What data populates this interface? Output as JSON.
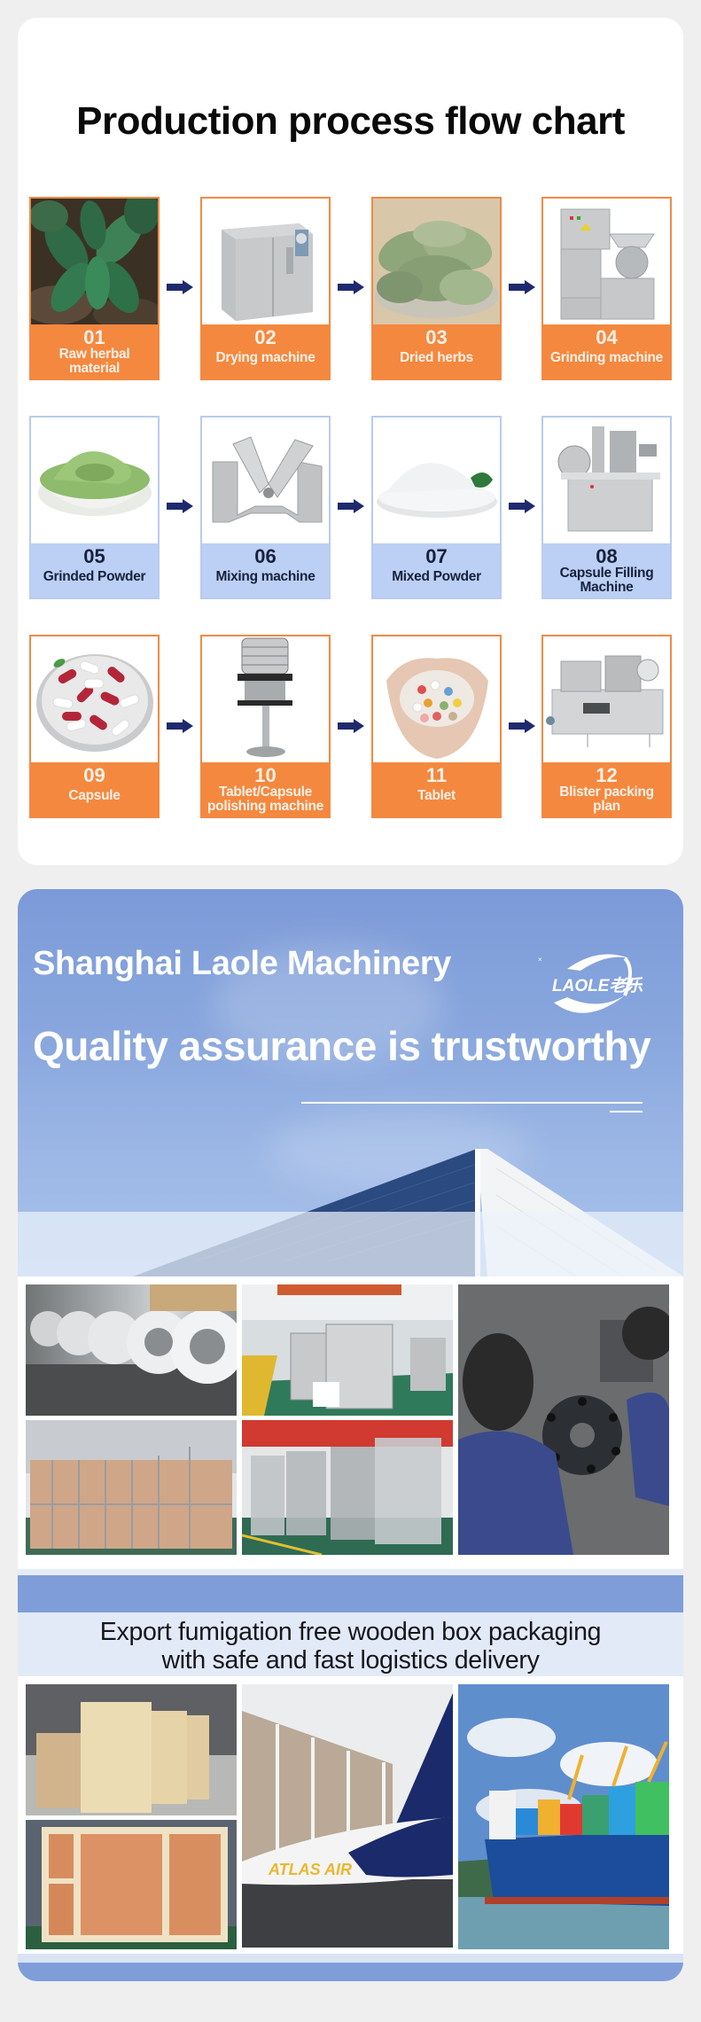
{
  "flow_chart": {
    "title": "Production process flow chart",
    "colors": {
      "orange_accent": "#f4883f",
      "blue_accent": "#bccff4",
      "arrow": "#1f2a6e"
    },
    "steps": [
      {
        "num": "01",
        "label_line1": "Raw herbal",
        "label_line2": "material",
        "style": "orange",
        "image": "green herbal plant leaves"
      },
      {
        "num": "02",
        "label_line1": "Drying machine",
        "label_line2": "",
        "style": "orange",
        "image": "stainless steel drying oven"
      },
      {
        "num": "03",
        "label_line1": "Dried herbs",
        "label_line2": "",
        "style": "orange",
        "image": "pile of dried green leaves"
      },
      {
        "num": "04",
        "label_line1": "Grinding machine",
        "label_line2": "",
        "style": "orange",
        "image": "stainless steel grinder with hopper"
      },
      {
        "num": "05",
        "label_line1": "Grinded Powder",
        "label_line2": "",
        "style": "blue",
        "image": "bowl of green powder"
      },
      {
        "num": "06",
        "label_line1": "Mixing machine",
        "label_line2": "",
        "style": "blue",
        "image": "V-type mixer"
      },
      {
        "num": "07",
        "label_line1": "Mixed Powder",
        "label_line2": "",
        "style": "blue",
        "image": "plate of white powder with leaf"
      },
      {
        "num": "08",
        "label_line1": "Capsule Filling",
        "label_line2": "Machine",
        "style": "blue",
        "image": "semi-automatic capsule filling machine"
      },
      {
        "num": "09",
        "label_line1": "Capsule",
        "label_line2": "",
        "style": "orange",
        "image": "glass bowl of red and white capsules"
      },
      {
        "num": "10",
        "label_line1": "Tablet/Capsule",
        "label_line2": "polishing machine",
        "style": "orange",
        "image": "vertical polishing machine"
      },
      {
        "num": "11",
        "label_line1": "Tablet",
        "label_line2": "",
        "style": "orange",
        "image": "cupped hands holding tablets"
      },
      {
        "num": "12",
        "label_line1": "Blister packing",
        "label_line2": "plan",
        "style": "orange",
        "image": "blister packing machine"
      }
    ]
  },
  "company": {
    "headline": "Shanghai Laole Machinery",
    "tagline": "Quality assurance is trustworthy",
    "logo_text": "LAOLE老乐",
    "hero_color": "#7c9ad8",
    "factory_photos": [
      "row of tablet coating machines",
      "rotary tablet presses on factory floor",
      "workers assembling press turret",
      "stacked wooden crates in warehouse",
      "machines wrapped in plastic on pallets"
    ]
  },
  "logistics": {
    "caption_line1": "Export fumigation free wooden box packaging",
    "caption_line2": "with safe and fast logistics delivery",
    "photos": [
      "wooden boxes in warehouse",
      "plywood export crate",
      "cargo airplane tail at airport",
      "container ship at sea"
    ],
    "plane_text": "ATLAS AIR"
  }
}
